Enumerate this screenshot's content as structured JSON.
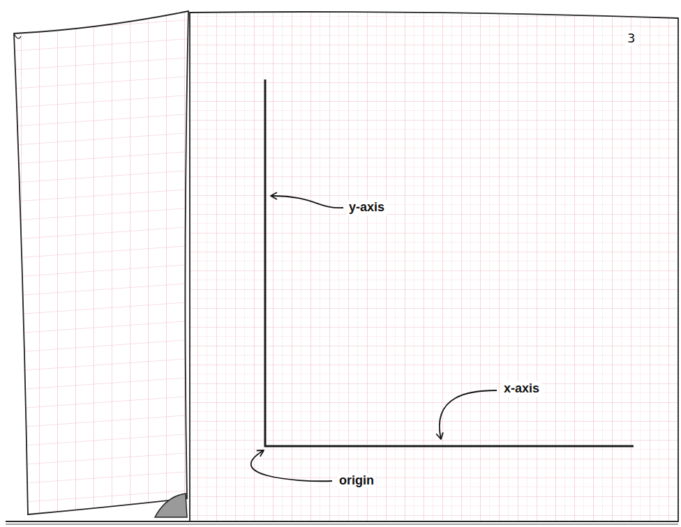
{
  "diagram": {
    "labels": [
      "3",
      "y-axis",
      "x-axis",
      "origin"
    ]
  }
}
